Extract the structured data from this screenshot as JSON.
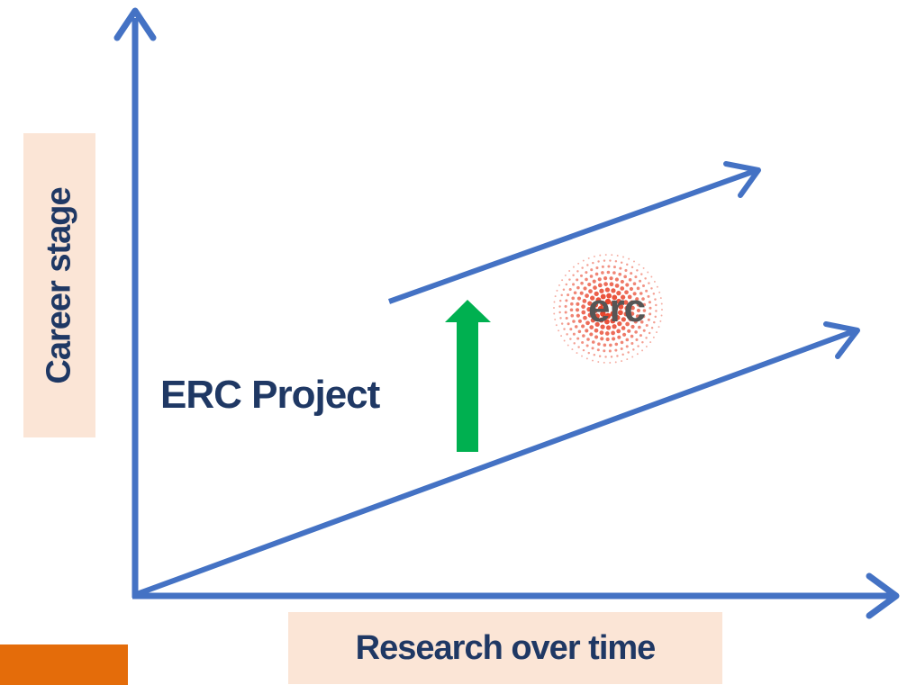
{
  "diagram": {
    "y_axis_label": "Career stage",
    "x_axis_label": "Research over time",
    "annotation": "ERC Project",
    "logo_text": "erc",
    "colors": {
      "axis": "#4472c4",
      "label_text": "#1f3864",
      "label_box": "#fbe5d6",
      "up_arrow": "#00b050",
      "orange_bar": "#e46c0a",
      "logo_dots": "#e8452c",
      "logo_text": "#555555"
    },
    "icons": [
      "up-arrow-icon",
      "erc-logo-icon"
    ]
  }
}
